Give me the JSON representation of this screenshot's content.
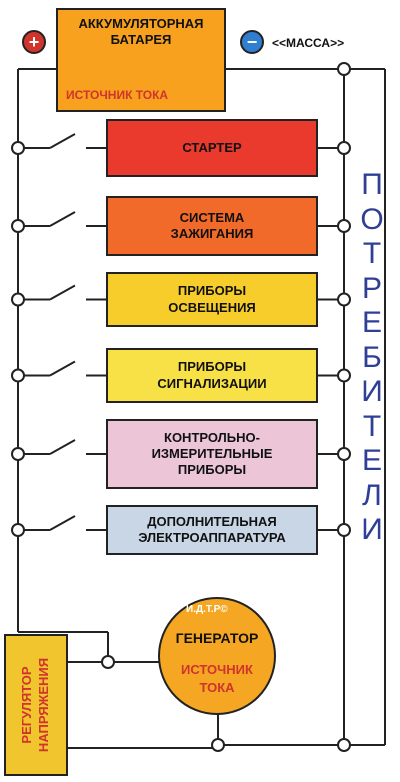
{
  "battery": {
    "title": "АККУМУЛЯТОРНАЯ\nБАТАРЕЯ",
    "subtitle": "ИСТОЧНИК ТОКА"
  },
  "signs": {
    "plus": "+",
    "minus": "−"
  },
  "ground_label": "<<МАССА>>",
  "consumers_title": [
    "П",
    "О",
    "Т",
    "Р",
    "Е",
    "Б",
    "И",
    "Т",
    "Е",
    "Л",
    "И"
  ],
  "consumers": [
    {
      "label": "СТАРТЕР",
      "color": "#ea3a2e"
    },
    {
      "label": "СИСТЕМА\nЗАЖИГАНИЯ",
      "color": "#f26a2a"
    },
    {
      "label": "ПРИБОРЫ\nОСВЕЩЕНИЯ",
      "color": "#f6cd2a"
    },
    {
      "label": "ПРИБОРЫ\nСИГНАЛИЗАЦИИ",
      "color": "#f8e047"
    },
    {
      "label": "КОНТРОЛЬНО-\nИЗМЕРИТЕЛЬНЫЕ\nПРИБОРЫ",
      "color": "#ecc5d6"
    },
    {
      "label": "ДОПОЛНИТЕЛЬНАЯ\nЭЛЕКТРОАППАРАТУРА",
      "color": "#c9d6e6"
    }
  ],
  "generator": {
    "mark": "И.Д.Т.Р©",
    "title": "ГЕНЕРАТОР",
    "subtitle": "ИСТОЧНИК\nТОКА"
  },
  "regulator": {
    "label": "РЕГУЛЯТОР\nНАПРЯЖЕНИЯ"
  },
  "colors": {
    "wire": "#222222",
    "accent_blue": "#2e3f95",
    "plus_red": "#d0342c",
    "minus_blue": "#2f7ed0",
    "battery": "#f7a11f",
    "generator": "#f5a623",
    "regulator": "#f0c52e"
  }
}
